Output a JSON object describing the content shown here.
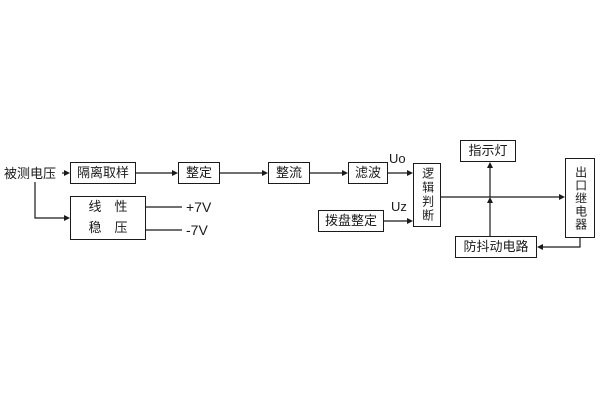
{
  "diagram": {
    "background": "#ffffff",
    "line_color": "#1a1a1a",
    "nodes": {
      "input_label": "被测电压",
      "isolation": "隔离取样",
      "setting": "整定",
      "rectifier": "整流",
      "filter": "滤波",
      "logic": "逻辑判断",
      "dial": "拨盘整定",
      "indicator": "指示灯",
      "relay": "出口继电器",
      "anti_jitter": "防抖动电路",
      "regulator_line1": "线　性",
      "regulator_line2": "稳　压"
    },
    "signals": {
      "uo": "Uo",
      "uz": "Uz",
      "plus7": "+7V",
      "minus7": "-7V"
    }
  }
}
